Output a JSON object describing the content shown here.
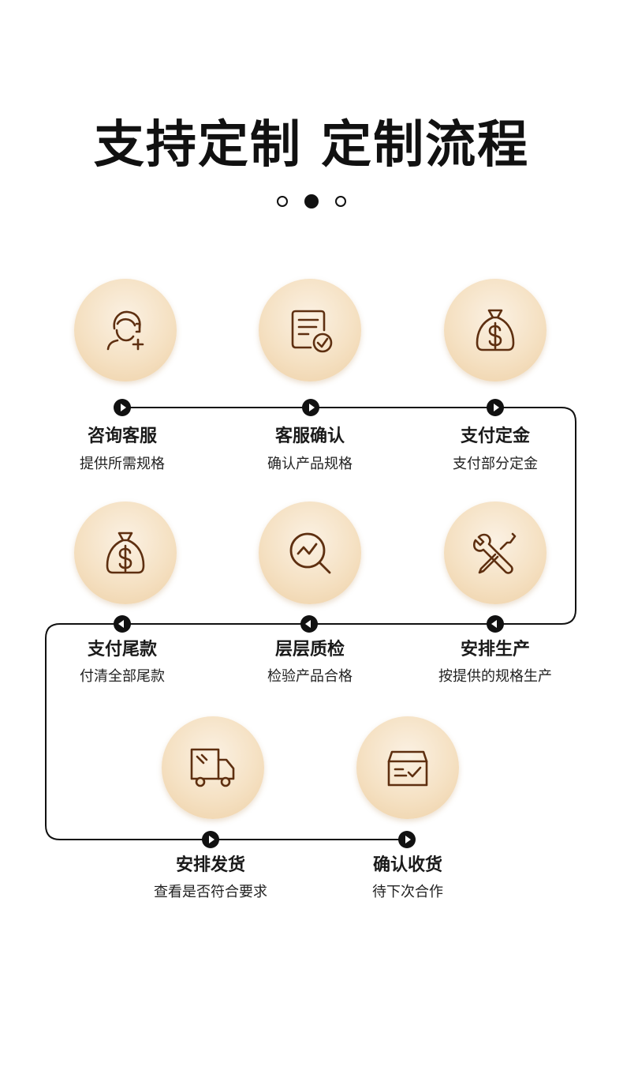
{
  "title": "支持定制 定制流程",
  "colors": {
    "icon_stroke": "#5e2f10",
    "circle_light": "#fbf1e3",
    "circle_dark": "#eed0a6",
    "line": "#111111"
  },
  "pagination": {
    "total": 3,
    "active_index": 1
  },
  "steps": [
    {
      "title": "咨询客服",
      "desc": "提供所需规格",
      "icon": "customer-service-icon"
    },
    {
      "title": "客服确认",
      "desc": "确认产品规格",
      "icon": "document-check-icon"
    },
    {
      "title": "支付定金",
      "desc": "支付部分定金",
      "icon": "money-bag-icon"
    },
    {
      "title": "支付尾款",
      "desc": "付清全部尾款",
      "icon": "money-bag-icon"
    },
    {
      "title": "层层质检",
      "desc": "检验产品合格",
      "icon": "magnifier-chart-icon"
    },
    {
      "title": "安排生产",
      "desc": "按提供的规格生产",
      "icon": "tools-icon"
    },
    {
      "title": "安排发货",
      "desc": "查看是否符合要求",
      "icon": "truck-icon"
    },
    {
      "title": "确认收货",
      "desc": "待下次合作",
      "icon": "box-check-icon"
    }
  ]
}
